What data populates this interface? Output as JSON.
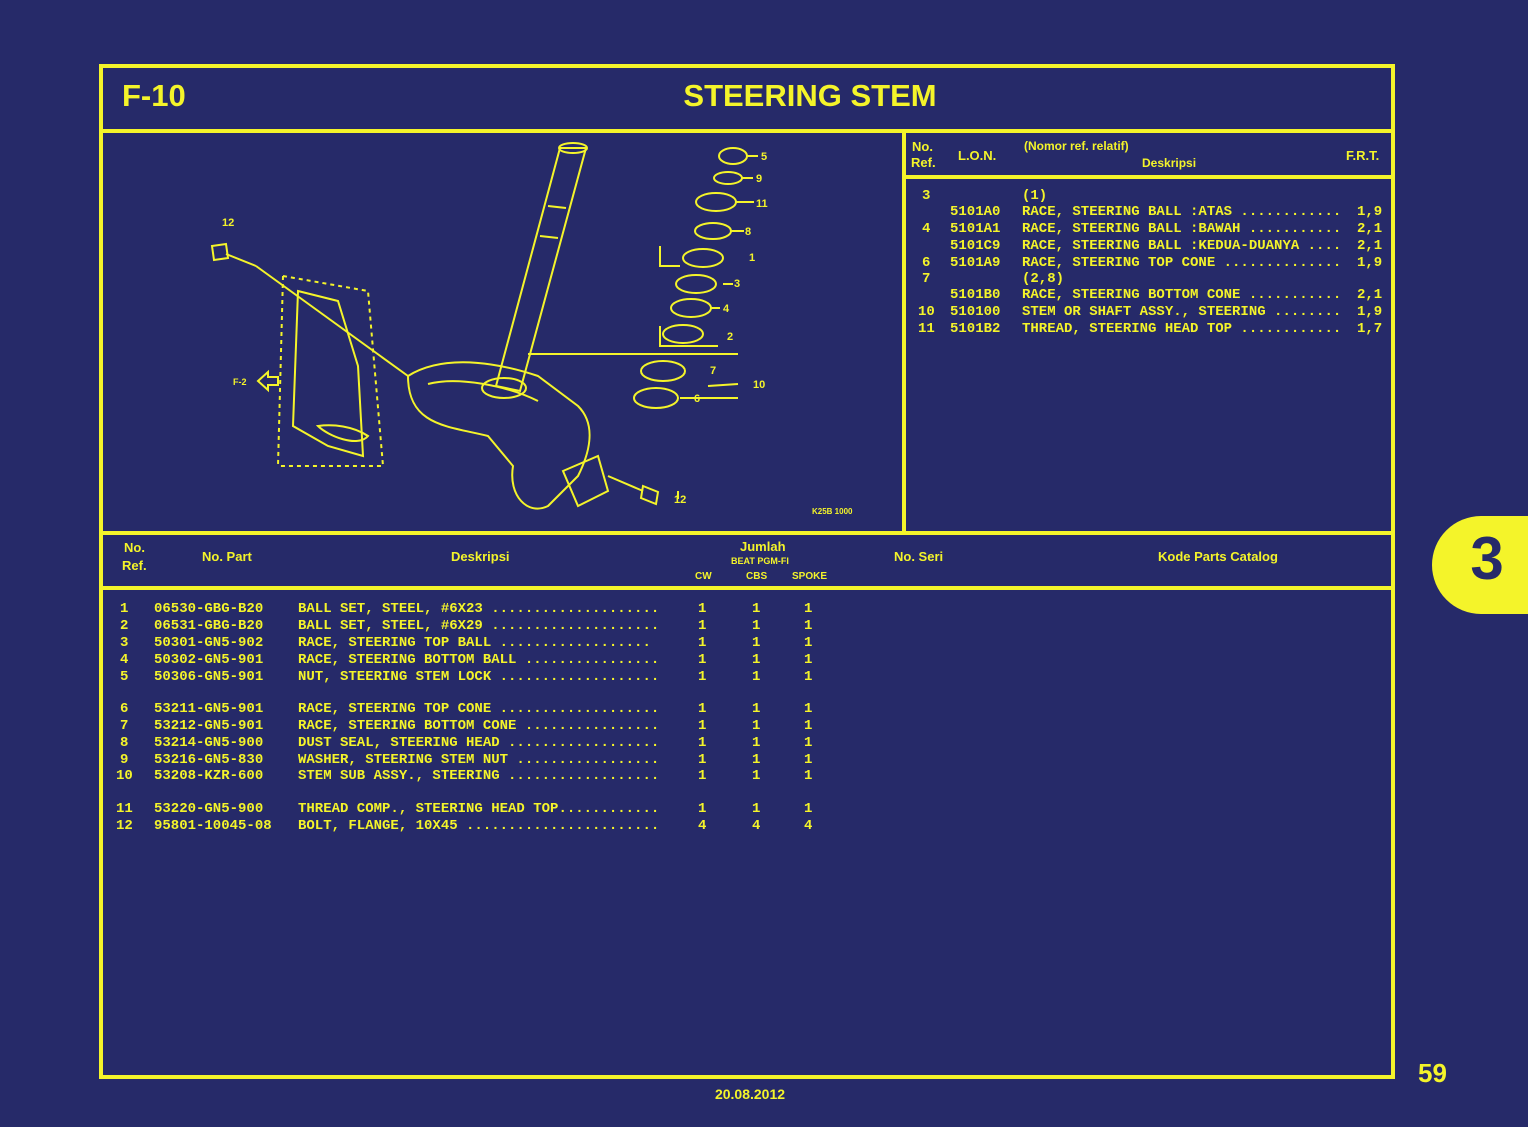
{
  "header": {
    "code": "F-10",
    "title": "STEERING STEM"
  },
  "diagram": {
    "labels": [
      "5",
      "9",
      "11",
      "8",
      "1",
      "3",
      "4",
      "2",
      "7",
      "10",
      "6",
      "12",
      "12",
      "F-2"
    ],
    "fig_code": "K25B 1000"
  },
  "lon_table": {
    "headers": {
      "no": "No.",
      "ref": "Ref.",
      "lon": "L.O.N.",
      "desc_top": "(Nomor ref. relatif)",
      "desc": "Deskripsi",
      "frt": "F.R.T."
    },
    "rows": [
      {
        "ref": "3",
        "lon": "",
        "desc": "(1)",
        "frt": ""
      },
      {
        "ref": "",
        "lon": "5101A0",
        "desc": "RACE, STEERING BALL :ATAS ............",
        "frt": "1,9"
      },
      {
        "ref": "4",
        "lon": "5101A1",
        "desc": "RACE, STEERING BALL :BAWAH ...........",
        "frt": "2,1"
      },
      {
        "ref": "",
        "lon": "5101C9",
        "desc": "RACE, STEERING BALL :KEDUA-DUANYA ....",
        "frt": "2,1"
      },
      {
        "ref": "6",
        "lon": "5101A9",
        "desc": "RACE, STEERING TOP CONE ..............",
        "frt": "1,9"
      },
      {
        "ref": "7",
        "lon": "",
        "desc": "(2,8)",
        "frt": ""
      },
      {
        "ref": "",
        "lon": "5101B0",
        "desc": "RACE, STEERING BOTTOM CONE ...........",
        "frt": "2,1"
      },
      {
        "ref": "10",
        "lon": "510100",
        "desc": "STEM OR SHAFT ASSY., STEERING ........",
        "frt": "1,9"
      },
      {
        "ref": "11",
        "lon": "5101B2",
        "desc": "THREAD, STEERING HEAD TOP ............",
        "frt": "1,7"
      }
    ]
  },
  "parts_table": {
    "headers": {
      "no": "No.",
      "ref": "Ref.",
      "part": "No. Part",
      "desc": "Deskripsi",
      "jumlah": "Jumlah",
      "model": "BEAT PGM-FI",
      "cw": "CW",
      "cbs": "CBS",
      "spoke": "SPOKE",
      "serial": "No. Seri",
      "catalog": "Kode Parts Catalog"
    },
    "rows": [
      {
        "ref": "1",
        "part": "06530-GBG-B20",
        "desc": "BALL SET, STEEL, #6X23 ....................",
        "cw": "1",
        "cbs": "1",
        "spoke": "1"
      },
      {
        "ref": "2",
        "part": "06531-GBG-B20",
        "desc": "BALL SET, STEEL, #6X29 ....................",
        "cw": "1",
        "cbs": "1",
        "spoke": "1"
      },
      {
        "ref": "3",
        "part": "50301-GN5-902",
        "desc": "RACE, STEERING TOP BALL ..................",
        "cw": "1",
        "cbs": "1",
        "spoke": "1"
      },
      {
        "ref": "4",
        "part": "50302-GN5-901",
        "desc": "RACE, STEERING BOTTOM BALL ................",
        "cw": "1",
        "cbs": "1",
        "spoke": "1"
      },
      {
        "ref": "5",
        "part": "50306-GN5-901",
        "desc": "NUT, STEERING STEM LOCK ...................",
        "cw": "1",
        "cbs": "1",
        "spoke": "1"
      },
      {
        "ref": "6",
        "part": "53211-GN5-901",
        "desc": "RACE, STEERING TOP CONE ...................",
        "cw": "1",
        "cbs": "1",
        "spoke": "1"
      },
      {
        "ref": "7",
        "part": "53212-GN5-901",
        "desc": "RACE, STEERING BOTTOM CONE ................",
        "cw": "1",
        "cbs": "1",
        "spoke": "1"
      },
      {
        "ref": "8",
        "part": "53214-GN5-900",
        "desc": "DUST SEAL, STEERING HEAD ..................",
        "cw": "1",
        "cbs": "1",
        "spoke": "1"
      },
      {
        "ref": "9",
        "part": "53216-GN5-830",
        "desc": "WASHER, STEERING STEM NUT .................",
        "cw": "1",
        "cbs": "1",
        "spoke": "1"
      },
      {
        "ref": "10",
        "part": "53208-KZR-600",
        "desc": "STEM SUB ASSY., STEERING ..................",
        "cw": "1",
        "cbs": "1",
        "spoke": "1"
      },
      {
        "ref": "11",
        "part": "53220-GN5-900",
        "desc": "THREAD COMP., STEERING HEAD TOP............",
        "cw": "1",
        "cbs": "1",
        "spoke": "1"
      },
      {
        "ref": "12",
        "part": "95801-10045-08",
        "desc": "BOLT, FLANGE, 10X45 .......................",
        "cw": "4",
        "cbs": "4",
        "spoke": "4"
      }
    ]
  },
  "section_badge": "3",
  "page_number": "59",
  "date": "20.08.2012"
}
